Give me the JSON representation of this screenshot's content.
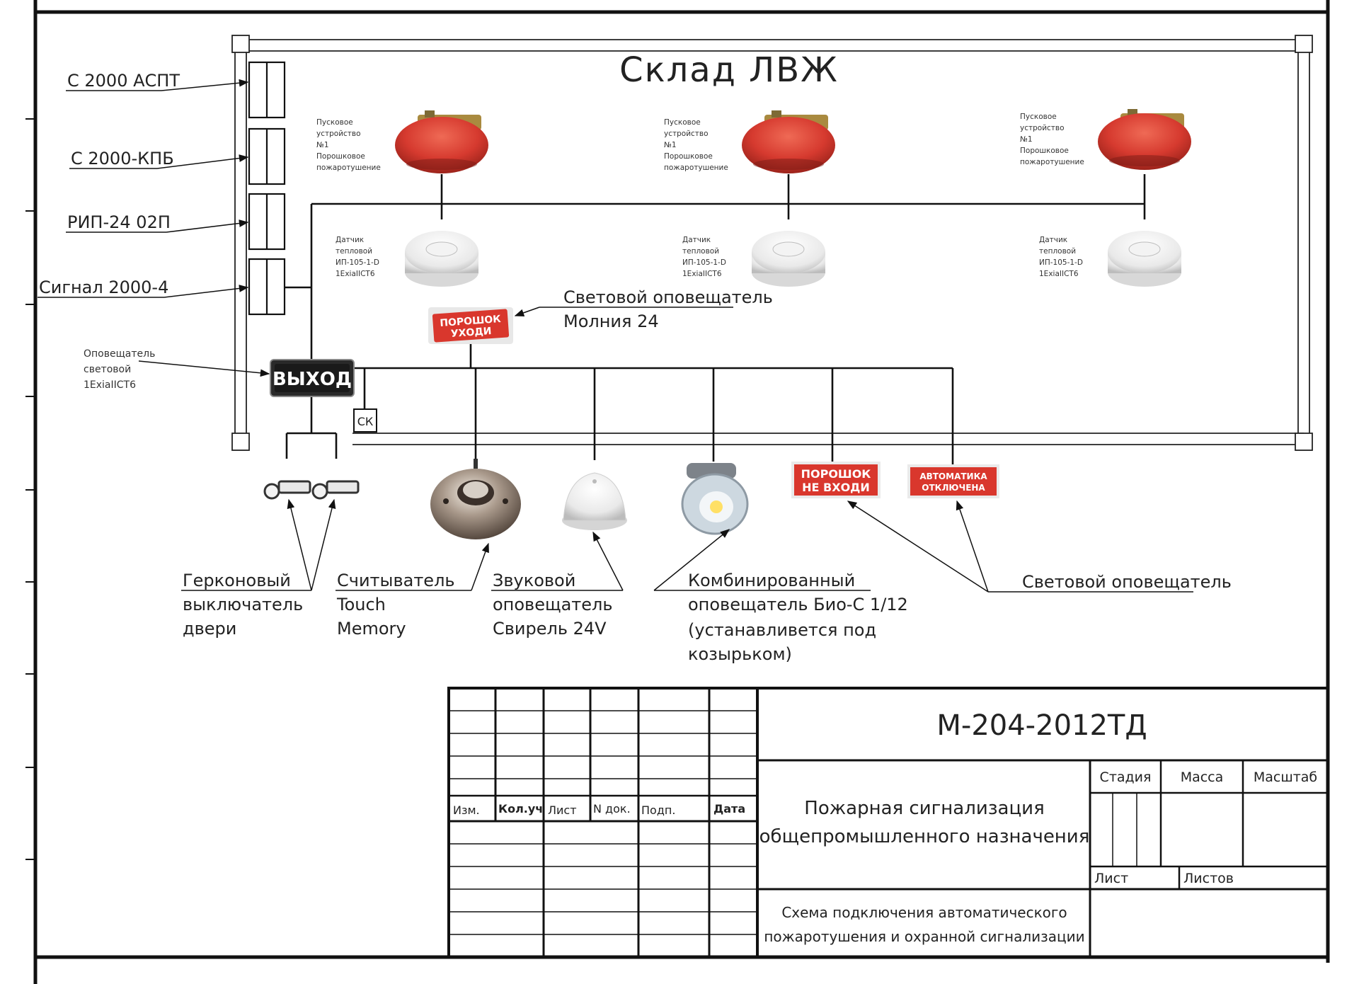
{
  "diagram": {
    "room_title": "Склад ЛВЖ",
    "panel_devices": [
      "С 2000 АСПТ",
      "С 2000-КПБ",
      "РИП-24 02П",
      "Сигнал 2000-4"
    ],
    "exit_indicator": {
      "note_lines": [
        "Оповещатель",
        "световой",
        "1ExiaIICT6"
      ],
      "sign_text": "ВЫХОД"
    },
    "launchers": [
      {
        "label_lines": [
          "Пусковое",
          "устройство",
          "№1",
          "Порошковое",
          "пожаротушение"
        ]
      },
      {
        "label_lines": [
          "Пусковое",
          "устройство",
          "№1",
          "Порошковое",
          "пожаротушение"
        ]
      },
      {
        "label_lines": [
          "Пусковое",
          "устройство",
          "№1",
          "Порошковое",
          "пожаротушение"
        ]
      }
    ],
    "detectors": [
      {
        "label_lines": [
          "Датчик",
          "тепловой",
          "ИП-105-1-D",
          "1ExiaIICT6"
        ]
      },
      {
        "label_lines": [
          "Датчик",
          "тепловой",
          "ИП-105-1-D",
          "1ExiaIICT6"
        ]
      },
      {
        "label_lines": [
          "Датчик",
          "тепловой",
          "ИП-105-1-D",
          "1ExiaIICT6"
        ]
      }
    ],
    "light_alarm_top": {
      "sign_lines": [
        "ПОРОШОК",
        "УХОДИ"
      ],
      "label_lines": [
        "Световой оповещатель",
        "Молния 24"
      ]
    },
    "sk_label": "СК",
    "bottom_devices": [
      {
        "label_lines": [
          "Герконовый",
          "выключатель",
          "двери"
        ]
      },
      {
        "label_lines": [
          "Считыватель",
          "Touch",
          "Memory"
        ]
      },
      {
        "label_lines": [
          "Звуковой",
          "оповещатель",
          "Свирель 24V"
        ]
      },
      {
        "label_lines": [
          "Комбинированный",
          "оповещатель Био-С 1/12",
          "(устанавливется под",
          "козырьком)"
        ]
      }
    ],
    "light_signs": {
      "sign1_lines": [
        "ПОРОШОК",
        "НЕ ВХОДИ"
      ],
      "sign2_lines": [
        "АВТОМАТИКА",
        "ОТКЛЮЧЕНА"
      ],
      "label": "Световой оповещатель"
    }
  },
  "title_block": {
    "code": "М-204-2012ТД",
    "headers": [
      "Изм.",
      "Кол.уч",
      "Лист",
      "N док.",
      "Подп.",
      "Дата"
    ],
    "title_lines": [
      "Пожарная сигнализация",
      "общепромышленного назначения"
    ],
    "stage_label": "Стадия",
    "mass_label": "Масса",
    "scale_label": "Масштаб",
    "sheet_label": "Лист",
    "sheets_label": "Листов",
    "subtitle_lines": [
      "Схема подключения автоматического",
      "пожаротушения и охранной сигнализации"
    ]
  },
  "colors": {
    "alarm_red": "#d63a2f",
    "sign_red": "#d9372d",
    "exit_black": "#1a1a1a",
    "line": "#111111"
  },
  "icons": [
    "fire-extinguisher-launcher-icon",
    "heat-detector-icon",
    "reed-switch-icon",
    "touch-memory-reader-icon",
    "siren-icon",
    "combined-alarm-icon"
  ]
}
